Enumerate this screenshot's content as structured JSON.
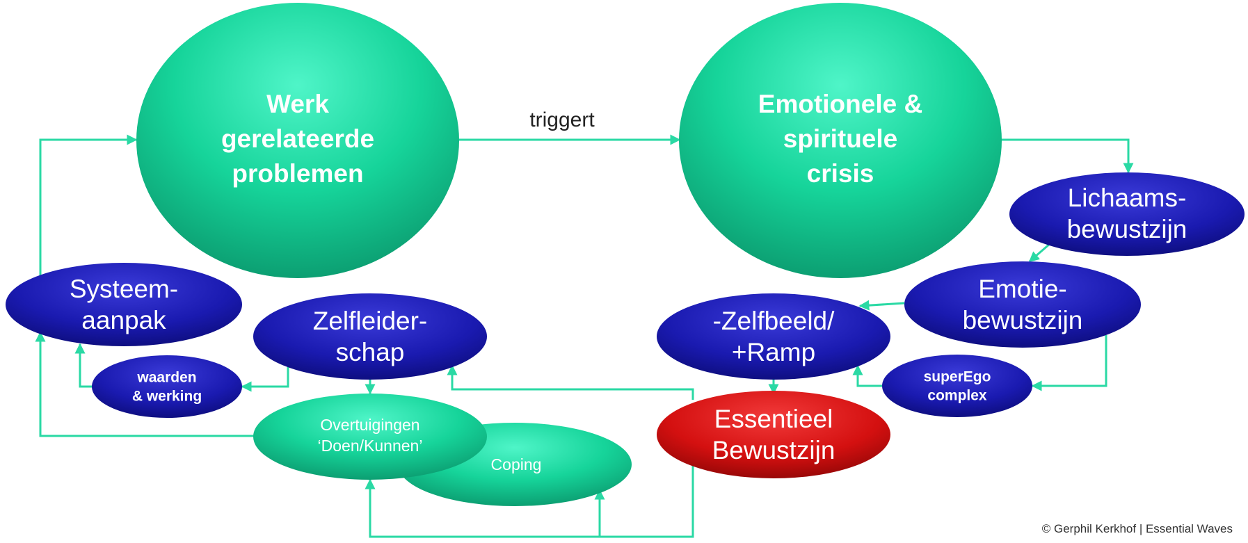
{
  "nodes": {
    "work_problems": {
      "lines": [
        "Werk",
        "gerelateerde",
        "problemen"
      ]
    },
    "crisis": {
      "lines": [
        "Emotionele &",
        "spirituele",
        "crisis"
      ]
    },
    "body_awareness": {
      "lines": [
        "Lichaams-",
        "bewustzijn"
      ]
    },
    "emotion_awareness": {
      "lines": [
        "Emotie-",
        "bewustzijn"
      ]
    },
    "selfimage": {
      "lines": [
        "-Zelfbeeld/",
        "+Ramp"
      ]
    },
    "superego": {
      "lines": [
        "superEgo",
        "complex"
      ]
    },
    "essential": {
      "lines": [
        "Essentieel",
        "Bewustzijn"
      ]
    },
    "system": {
      "lines": [
        "Systeem-",
        "aanpak"
      ]
    },
    "selfleadership": {
      "lines": [
        "Zelfleider-",
        "schap"
      ]
    },
    "values": {
      "lines": [
        "waarden",
        "& werking"
      ]
    },
    "beliefs": {
      "lines": [
        "Overtuigingen",
        "‘Doen/Kunnen’"
      ]
    },
    "coping": {
      "lines": [
        "Coping"
      ]
    }
  },
  "edges": {
    "triggers_label": "triggert"
  },
  "credit": "© Gerphil Kerkhof  |  Essential Waves",
  "colors": {
    "green": "#19d9a0",
    "blue": "#1a1aa8",
    "red": "#d20a0a",
    "connector": "#2ad9a4"
  }
}
